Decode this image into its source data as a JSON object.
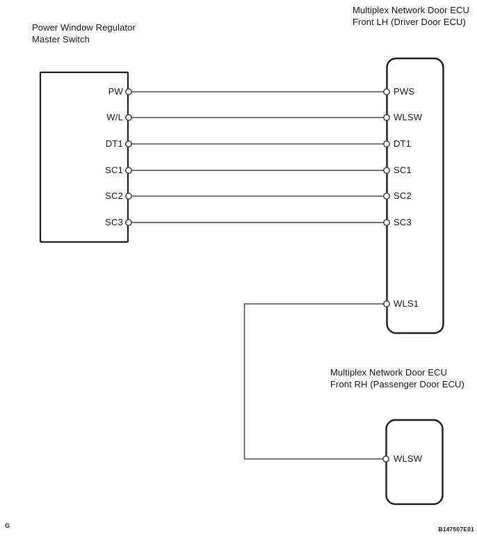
{
  "page": {
    "doc_code": "B147507E01",
    "corner_mark": "G",
    "colors": {
      "background": "#ffffff",
      "box_border": "#1a1a1a",
      "wire": "#4a4a4a",
      "text": "#151515"
    }
  },
  "master_switch": {
    "title_line1": "Power Window Regulator",
    "title_line2": "Master Switch",
    "pins": [
      "PW",
      "W/L",
      "DT1",
      "SC1",
      "SC2",
      "SC3"
    ]
  },
  "driver_ecu": {
    "title_line1": "Multiplex Network Door ECU",
    "title_line2": "Front LH (Driver Door ECU)",
    "pins": [
      "PWS",
      "WLSW",
      "DT1",
      "SC1",
      "SC2",
      "SC3"
    ],
    "extra_pin": "WLS1"
  },
  "passenger_ecu": {
    "title_line1": "Multiplex Network Door ECU",
    "title_line2": "Front RH (Passenger Door ECU)",
    "pin": "WLSW"
  },
  "connections": [
    {
      "from": "PW",
      "to": "PWS"
    },
    {
      "from": "W/L",
      "to": "WLSW"
    },
    {
      "from": "DT1",
      "to": "DT1"
    },
    {
      "from": "SC1",
      "to": "SC1"
    },
    {
      "from": "SC2",
      "to": "SC2"
    },
    {
      "from": "SC3",
      "to": "SC3"
    },
    {
      "from": "WLS1 (Driver Door ECU)",
      "to": "WLSW (Passenger Door ECU)"
    }
  ]
}
